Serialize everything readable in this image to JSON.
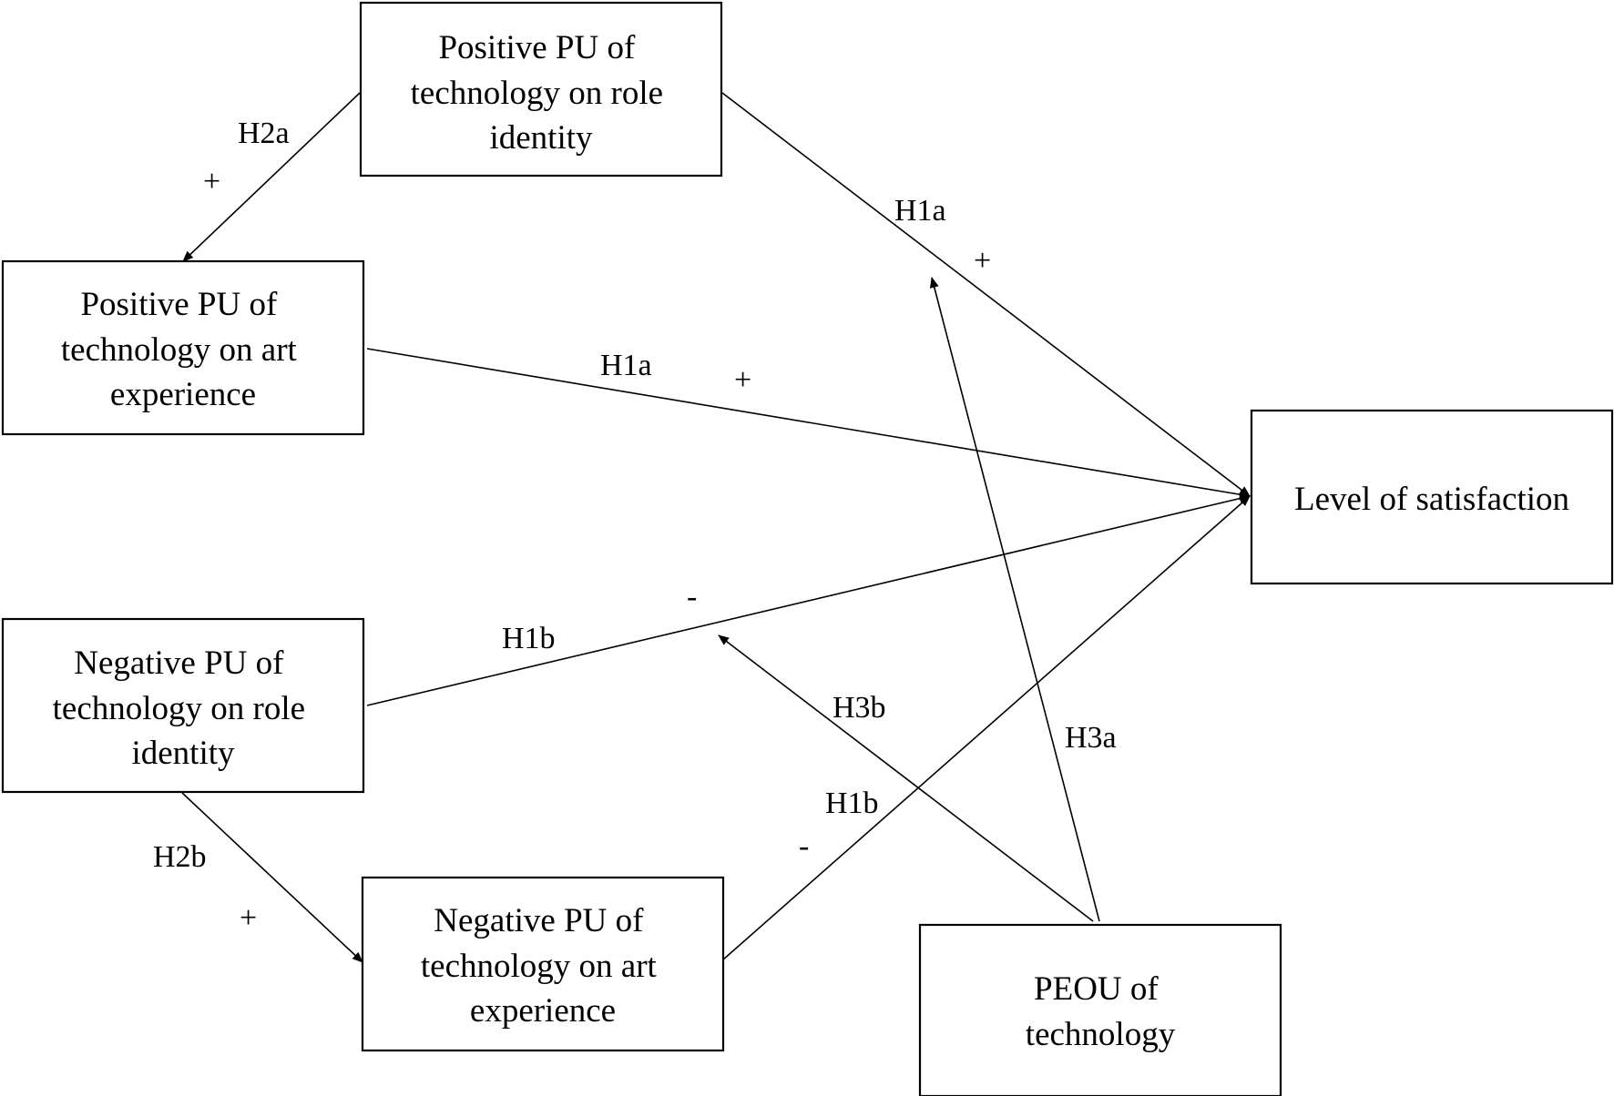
{
  "nodes": {
    "pos_role": {
      "lines": [
        "Positive PU of",
        "technology on role",
        "identity"
      ]
    },
    "pos_art": {
      "lines": [
        "Positive PU of",
        "technology on art",
        "experience"
      ]
    },
    "satisfaction": {
      "lines": [
        "Level of satisfaction"
      ]
    },
    "neg_role": {
      "lines": [
        "Negative PU of",
        "technology on role",
        "identity"
      ]
    },
    "neg_art": {
      "lines": [
        "Negative PU of",
        "technology on art",
        "experience"
      ]
    },
    "peou": {
      "lines": [
        "PEOU of",
        "technology"
      ]
    }
  },
  "edges": {
    "h2a": {
      "label": "H2a",
      "sign": "+"
    },
    "h1a_top": {
      "label": "H1a",
      "sign": "+"
    },
    "h1a_mid": {
      "label": "H1a",
      "sign": "+"
    },
    "h1b_top": {
      "label": "H1b",
      "sign": "-"
    },
    "h1b_low": {
      "label": "H1b",
      "sign": "-"
    },
    "h2b": {
      "label": "H2b",
      "sign": "+"
    },
    "h3a": {
      "label": "H3a"
    },
    "h3b": {
      "label": "H3b"
    }
  }
}
